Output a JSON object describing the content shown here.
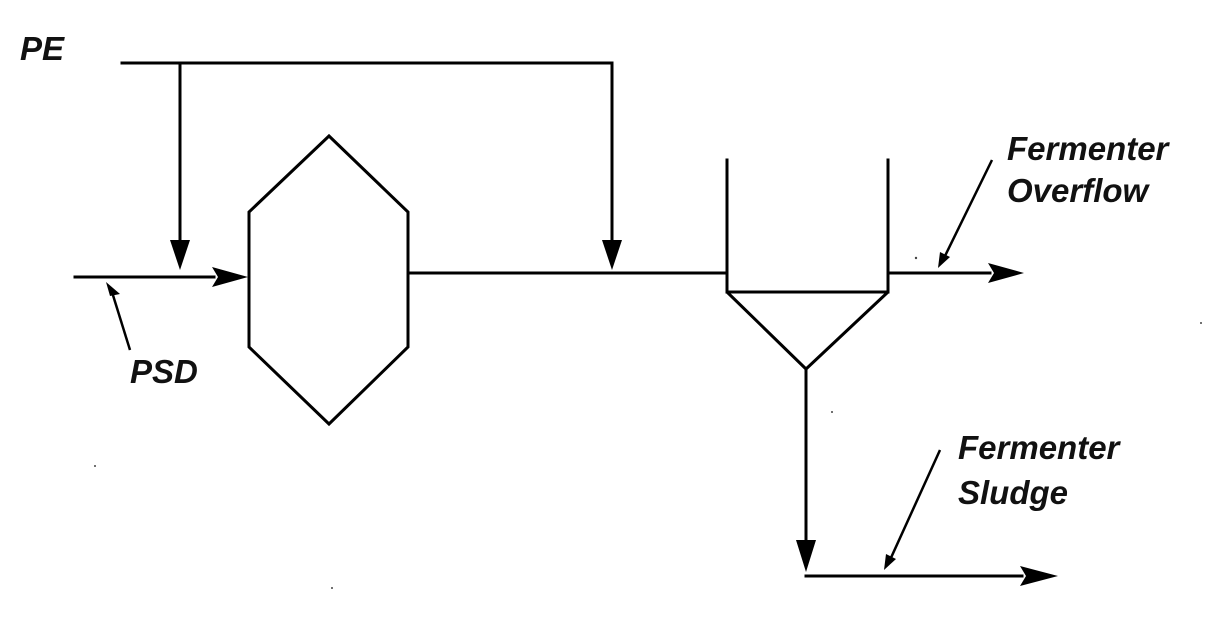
{
  "labels": {
    "pe": "PE",
    "psd": "PSD",
    "overflow_line1": "Fermenter",
    "overflow_line2": "Overflow",
    "sludge_line1": "Fermenter",
    "sludge_line2": "Sludge"
  },
  "colors": {
    "stroke": "#000000",
    "text": "#111111"
  }
}
